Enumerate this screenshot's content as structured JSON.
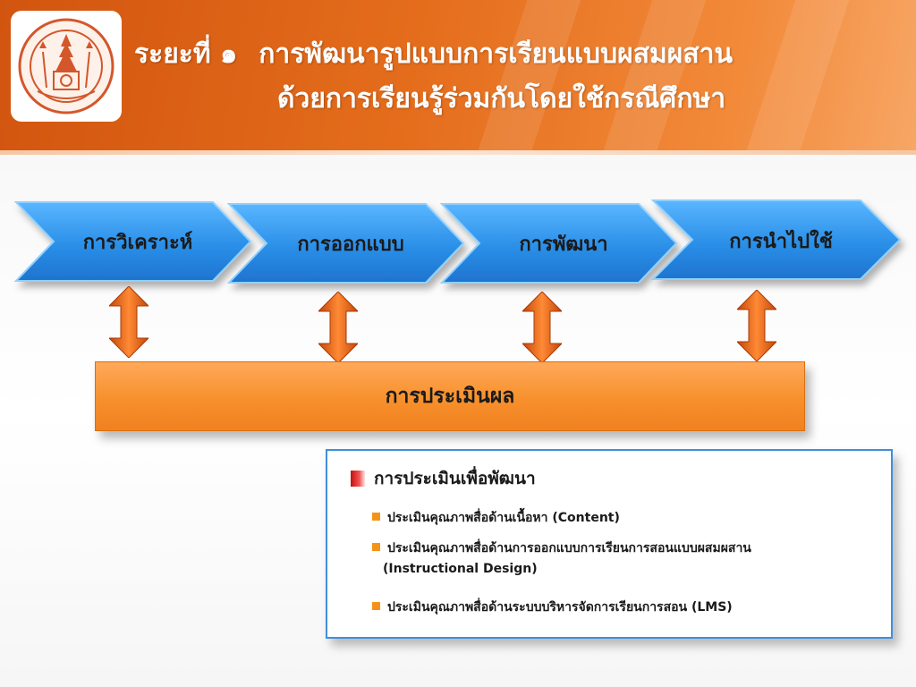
{
  "header": {
    "phase": "ระยะที่ ๑",
    "title_line1": "การพัฒนารูปแบบการเรียนแบบผสมผสาน",
    "title_line2": "ด้วยการเรียนรู้ร่วมกันโดยใช้กรณีศึกษา"
  },
  "stages": [
    {
      "label": "การวิเคราะห์"
    },
    {
      "label": "การออกแบบ"
    },
    {
      "label": "การพัฒนา"
    },
    {
      "label": "การนำไปใช้"
    }
  ],
  "evaluation": {
    "label": "การประเมินผล"
  },
  "panel": {
    "heading": "การประเมินเพื่อพัฒนา",
    "items": [
      {
        "text": "ประเมินคุณภาพสื่อด้านเนื้อหา (Content)",
        "cont": ""
      },
      {
        "text": "ประเมินคุณภาพสื่อด้านการออกแบบการเรียนการสอนแบบผสมผสาน",
        "cont": "(Instructional Design)"
      },
      {
        "text": "ประเมินคุณภาพสื่อด้านระบบบริหารจัดการเรียนการสอน  (LMS)",
        "cont": ""
      }
    ]
  },
  "colors": {
    "header_orange": "#e46d1c",
    "stage_blue": "#2a8fe8",
    "arrow_orange": "#f06a12",
    "eval_orange": "#f7902c",
    "panel_border": "#3f8fdc",
    "bullet_orange": "#f39419"
  },
  "icons": {
    "logo": "university-seal-icon",
    "connector": "double-vertical-arrow-icon"
  }
}
